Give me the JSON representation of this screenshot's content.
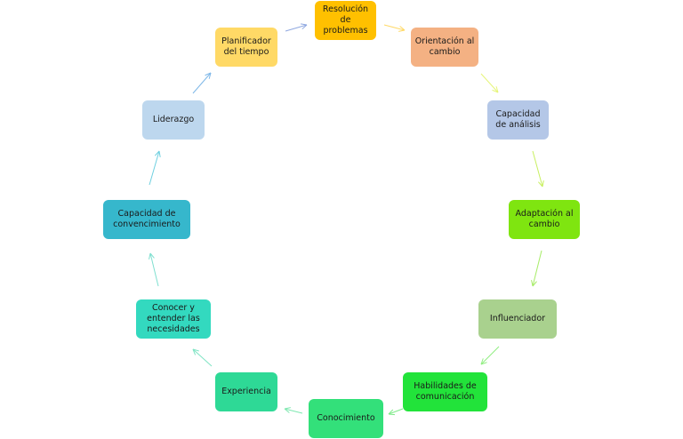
{
  "diagram": {
    "type": "cycle",
    "nodes": [
      {
        "id": "resolucion",
        "label": "Resolución\nde\nproblemas",
        "color": "#FFC000"
      },
      {
        "id": "orientacion",
        "label": "Orientación al\ncambio",
        "color": "#F4B183"
      },
      {
        "id": "analisis",
        "label": "Capacidad\nde análisis",
        "color": "#B4C7E7"
      },
      {
        "id": "adaptacion",
        "label": "Adaptación al\ncambio",
        "color": "#7FE510"
      },
      {
        "id": "influenciador",
        "label": "Influenciador",
        "color": "#A9D18E"
      },
      {
        "id": "habilidades",
        "label": "Habilidades de\ncomunicación",
        "color": "#22E33A"
      },
      {
        "id": "conocimiento",
        "label": "Conocimiento",
        "color": "#33E07A"
      },
      {
        "id": "experiencia",
        "label": "Experiencia",
        "color": "#2ED996"
      },
      {
        "id": "necesidades",
        "label": "Conocer y\nentender las\nnecesidades",
        "color": "#33D9BF"
      },
      {
        "id": "convencimiento",
        "label": "Capacidad de\nconvencimiento",
        "color": "#36B7CC"
      },
      {
        "id": "liderazgo",
        "label": "Liderazgo",
        "color": "#BDD7EE"
      },
      {
        "id": "planificador",
        "label": "Planificador\ndel tiempo",
        "color": "#FFD966"
      }
    ],
    "edges": [
      {
        "from": "resolucion",
        "to": "orientacion",
        "color": "#FFD966"
      },
      {
        "from": "orientacion",
        "to": "analisis",
        "color": "#E6F57A"
      },
      {
        "from": "analisis",
        "to": "adaptacion",
        "color": "#C8F060"
      },
      {
        "from": "adaptacion",
        "to": "influenciador",
        "color": "#A8EC6A"
      },
      {
        "from": "influenciador",
        "to": "habilidades",
        "color": "#90EE80"
      },
      {
        "from": "habilidades",
        "to": "conocimiento",
        "color": "#7FEA8A"
      },
      {
        "from": "conocimiento",
        "to": "experiencia",
        "color": "#7FE8B0"
      },
      {
        "from": "experiencia",
        "to": "necesidades",
        "color": "#7FE4C4"
      },
      {
        "from": "necesidades",
        "to": "convencimiento",
        "color": "#7FE0D0"
      },
      {
        "from": "convencimiento",
        "to": "liderazgo",
        "color": "#6FD0E0"
      },
      {
        "from": "liderazgo",
        "to": "planificador",
        "color": "#7FB8E8"
      },
      {
        "from": "planificador",
        "to": "resolucion",
        "color": "#8FA8E0"
      }
    ]
  }
}
